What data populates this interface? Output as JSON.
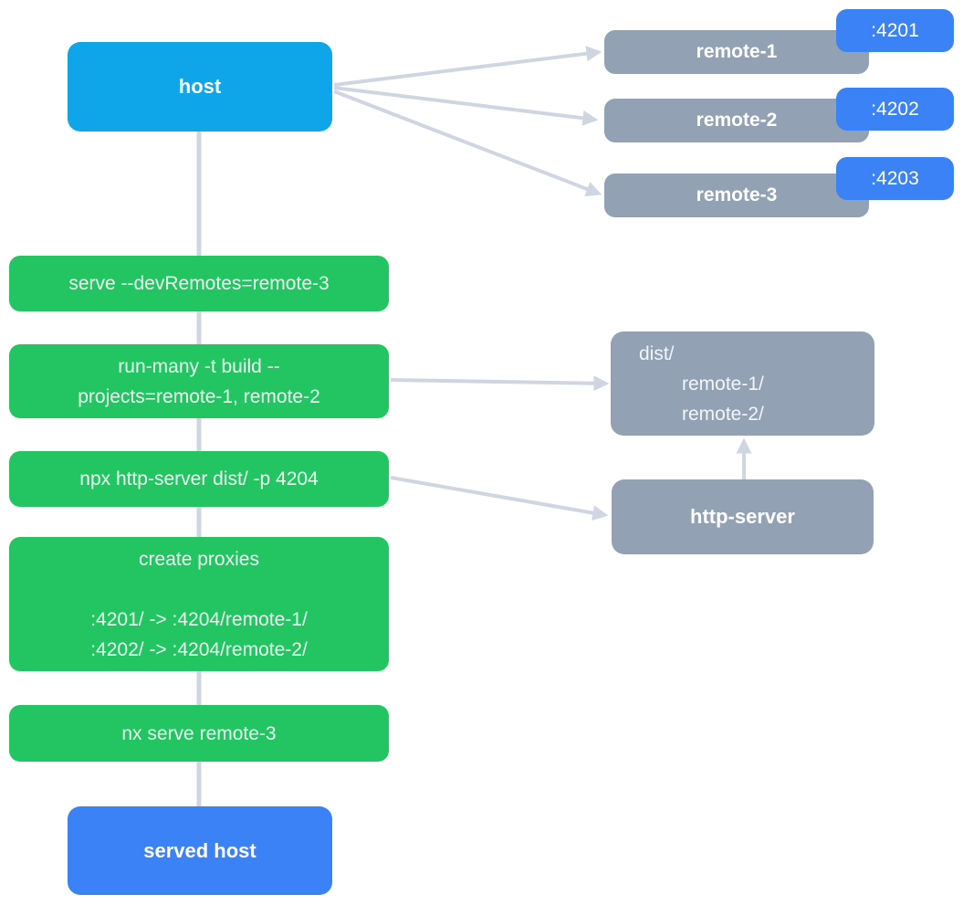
{
  "colors": {
    "host_cyan": "#0ea5e9",
    "accent_blue": "#3b82f6",
    "step_green": "#23c563",
    "node_gray": "#93a1b4",
    "connector_gray": "#cfd5e1"
  },
  "nodes": {
    "host": "host",
    "served_host": "served host",
    "http_server": "http-server"
  },
  "remotes": [
    {
      "name": "remote-1",
      "port": ":4201"
    },
    {
      "name": "remote-2",
      "port": ":4202"
    },
    {
      "name": "remote-3",
      "port": ":4203"
    }
  ],
  "steps": {
    "serve": "serve --devRemotes=remote-3",
    "run_many_line1": "run-many -t build --",
    "run_many_line2": "projects=remote-1, remote-2",
    "http_server_cmd": "npx http-server dist/ -p 4204",
    "proxies_title": "create proxies",
    "proxy_1": ":4201/ -> :4204/remote-1/",
    "proxy_2": ":4202/ -> :4204/remote-2/",
    "nx_serve": "nx serve remote-3"
  },
  "dist": {
    "root": "dist/",
    "child_1": "remote-1/",
    "child_2": "remote-2/"
  }
}
